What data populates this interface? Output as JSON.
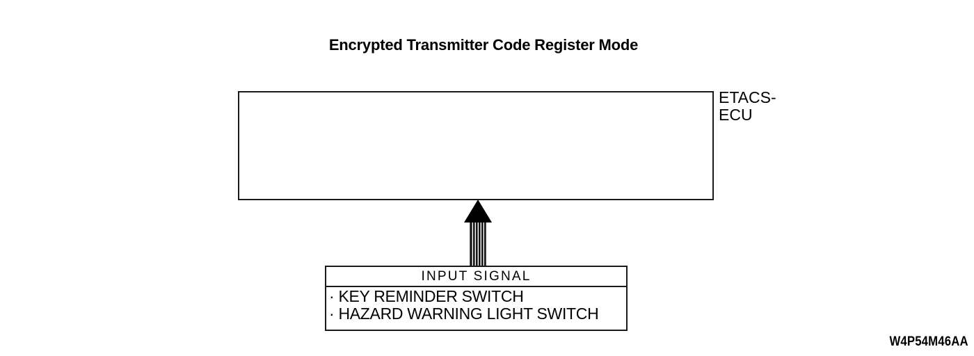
{
  "figure": {
    "title": "Encrypted Transmitter Code Register Mode",
    "code": "W4P54M46AA",
    "background_color": "#ffffff",
    "line_color": "#1a1a1a"
  },
  "ecu": {
    "label_line1": "ETACS-",
    "label_line2": "ECU",
    "body_text": ""
  },
  "arrow": {
    "direction": "up",
    "style": "striped-shaft-solid-head",
    "color": "#000000"
  },
  "input_signal": {
    "header": "INPUT SIGNAL",
    "items": [
      {
        "bullet": "·",
        "label": "KEY REMINDER SWITCH"
      },
      {
        "bullet": "·",
        "label": "HAZARD WARNING LIGHT SWITCH"
      }
    ]
  }
}
